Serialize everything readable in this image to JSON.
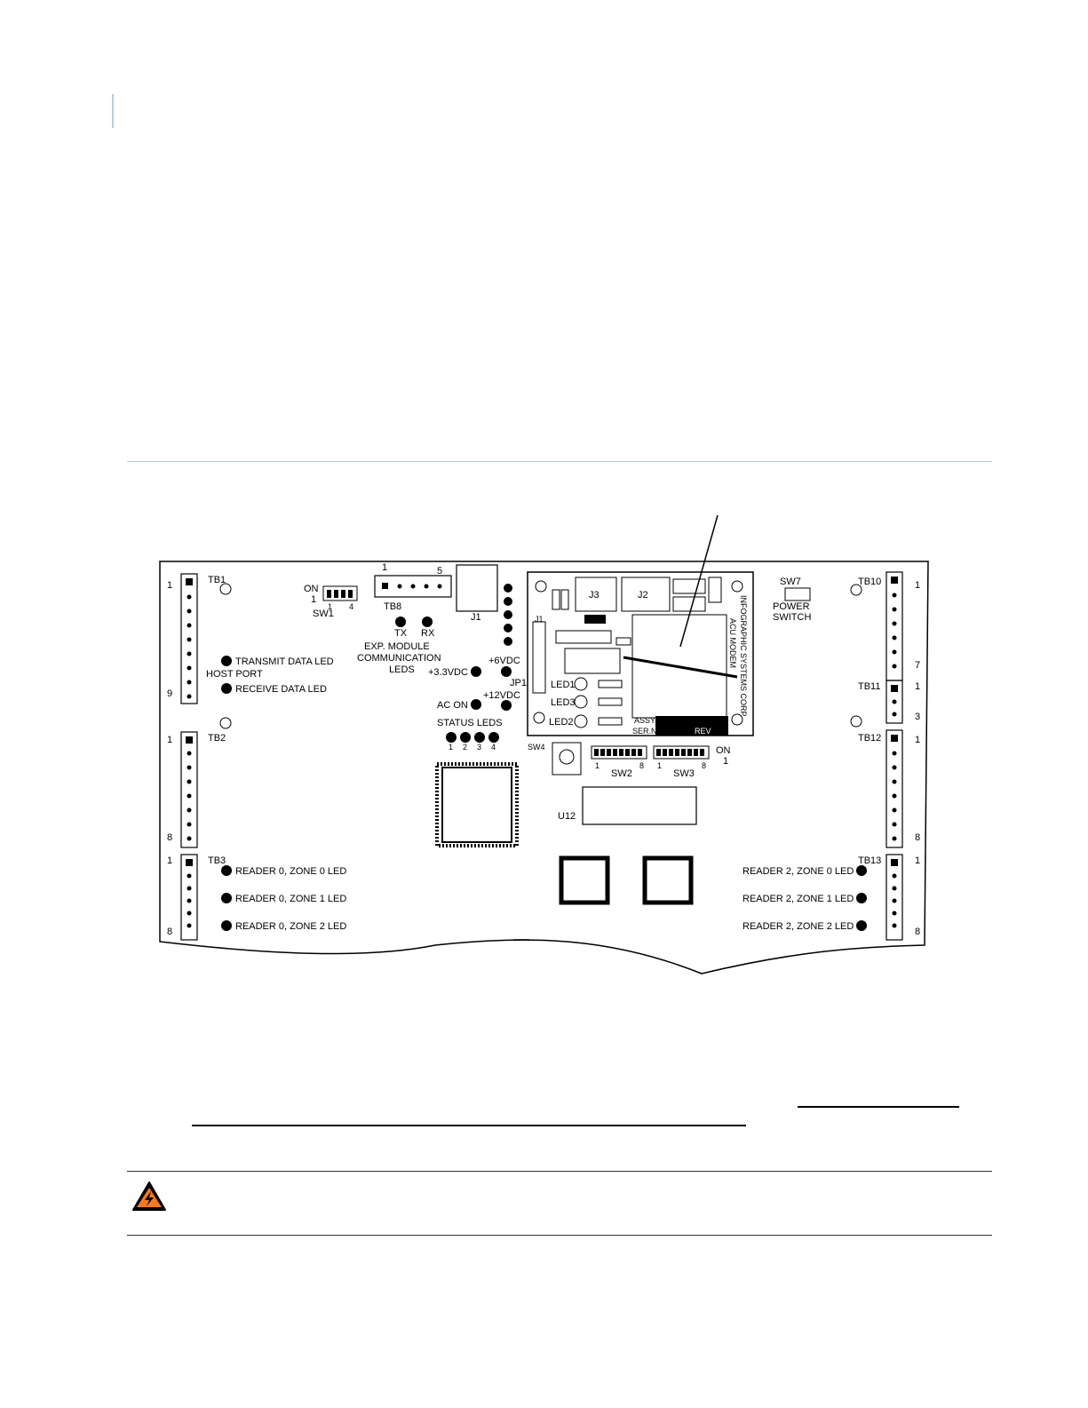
{
  "board": {
    "terminals": {
      "tb1": {
        "name": "TB1",
        "pin_first": "1",
        "pin_last": "9"
      },
      "tb2": {
        "name": "TB2",
        "pin_first": "1",
        "pin_last": "8"
      },
      "tb3": {
        "name": "TB3",
        "pin_first": "1",
        "pin_last": "8"
      },
      "tb8": {
        "name": "TB8",
        "pin_first": "1",
        "pin_last": "5"
      },
      "tb10": {
        "name": "TB10",
        "pin_first": "1",
        "pin_last": "7"
      },
      "tb11": {
        "name": "TB11",
        "pin_first": "1",
        "pin_last": "3"
      },
      "tb12": {
        "name": "TB12",
        "pin_first": "1",
        "pin_last": "8"
      },
      "tb13": {
        "name": "TB13",
        "pin_first": "1",
        "pin_last": "8"
      }
    },
    "labels": {
      "host_port": "HOST PORT",
      "transmit_led": "TRANSMIT DATA LED",
      "receive_led": "RECEIVE DATA LED",
      "sw1": "SW1",
      "sw1_on": "ON",
      "sw1_1": "1",
      "sw1_4": "4",
      "tx": "TX",
      "rx": "RX",
      "exp_line1": "EXP. MODULE",
      "exp_line2": "COMMUNICATION",
      "exp_line3": "LEDS",
      "j1": "J1",
      "v33": "+3.3VDC",
      "v6": "+6VDC",
      "jp1": "JP1",
      "ac_on": "AC ON",
      "v12": "+12VDC",
      "status_leds": "STATUS LEDS",
      "status_1": "1",
      "status_2": "2",
      "status_3": "3",
      "status_4": "4",
      "sw7": "SW7",
      "power1": "POWER",
      "power2": "SWITCH",
      "r0z0": "READER 0, ZONE 0 LED",
      "r0z1": "READER 0, ZONE 1 LED",
      "r0z2": "READER 0, ZONE 2 LED",
      "r2z0": "READER 2, ZONE 0 LED",
      "r2z1": "READER 2, ZONE 1 LED",
      "r2z2": "READER 2, ZONE 2 LED",
      "sw4": "SW4",
      "sw2": "SW2",
      "sw3": "SW3",
      "sw2_1": "1",
      "sw2_8": "8",
      "sw3_1": "1",
      "sw3_8": "8",
      "sw_on": "ON",
      "sw_on_1": "1",
      "u12": "U12"
    },
    "modem": {
      "j1": "J1",
      "j2": "J2",
      "j3": "J3",
      "led1": "LED1",
      "led2": "LED2",
      "led3": "LED3",
      "assy": "ASSY",
      "ser_no": "SER.NO",
      "rev": "REV",
      "vert1": "ACU MODEM",
      "vert2": "INFOGRAPHIC SYSTEMS CORP"
    }
  },
  "icons": {
    "warning": "warning-high-voltage-icon"
  },
  "colors": {
    "accent_rule": "#b9cdd6",
    "warning_fill": "#f47a20",
    "ink": "#000000"
  }
}
